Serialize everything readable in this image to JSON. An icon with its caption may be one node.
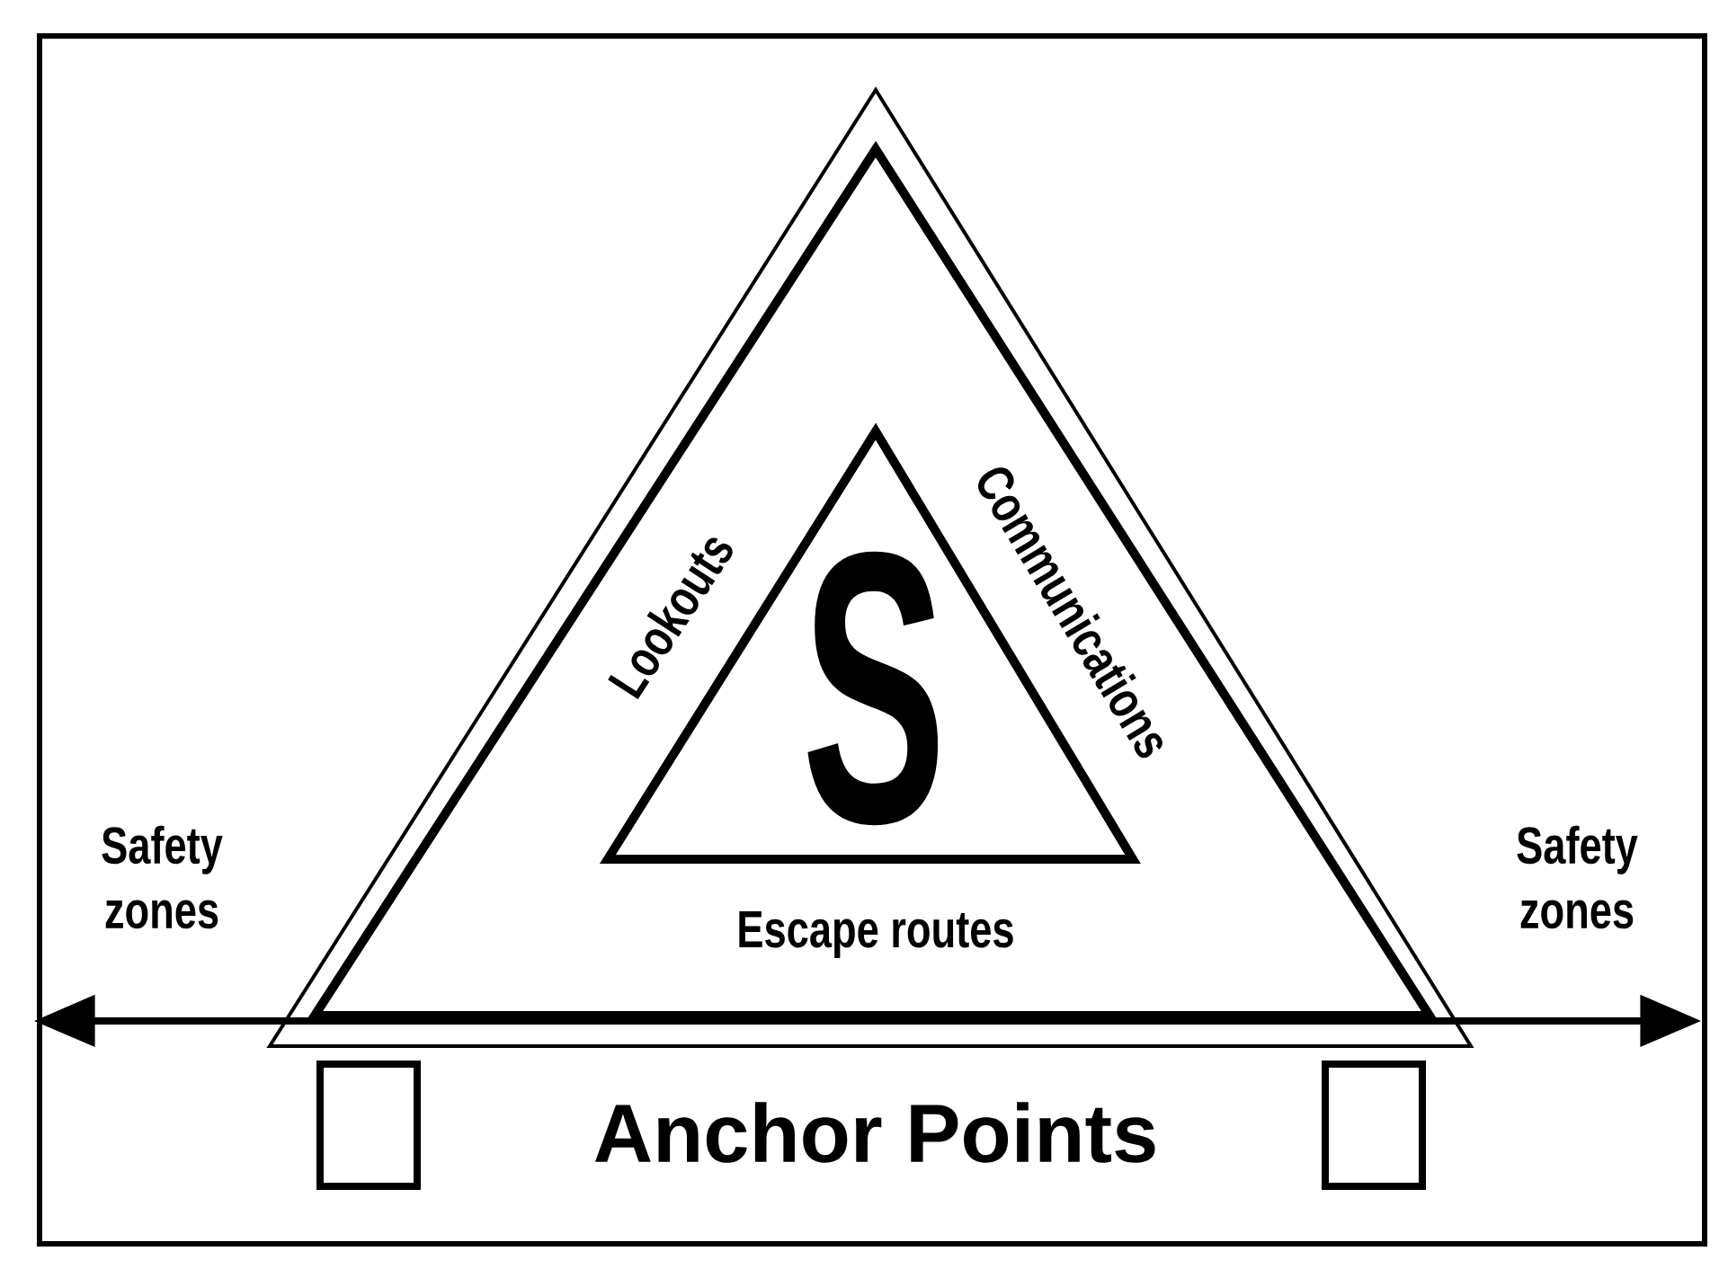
{
  "diagram": {
    "nodes": [
      {
        "text": [
          "Lookouts",
          "Communications",
          "Escape routes"
        ]
      },
      {
        "text": [
          "S"
        ],
        "in": 0
      },
      {
        "text": [
          "Safety zones"
        ]
      },
      {
        "text": [
          "Safety zones"
        ]
      }
    ],
    "edges": [
      {
        "from": 2,
        "to": 3,
        "arrow": "both"
      }
    ],
    "labels": [
      "Anchor Points"
    ]
  }
}
